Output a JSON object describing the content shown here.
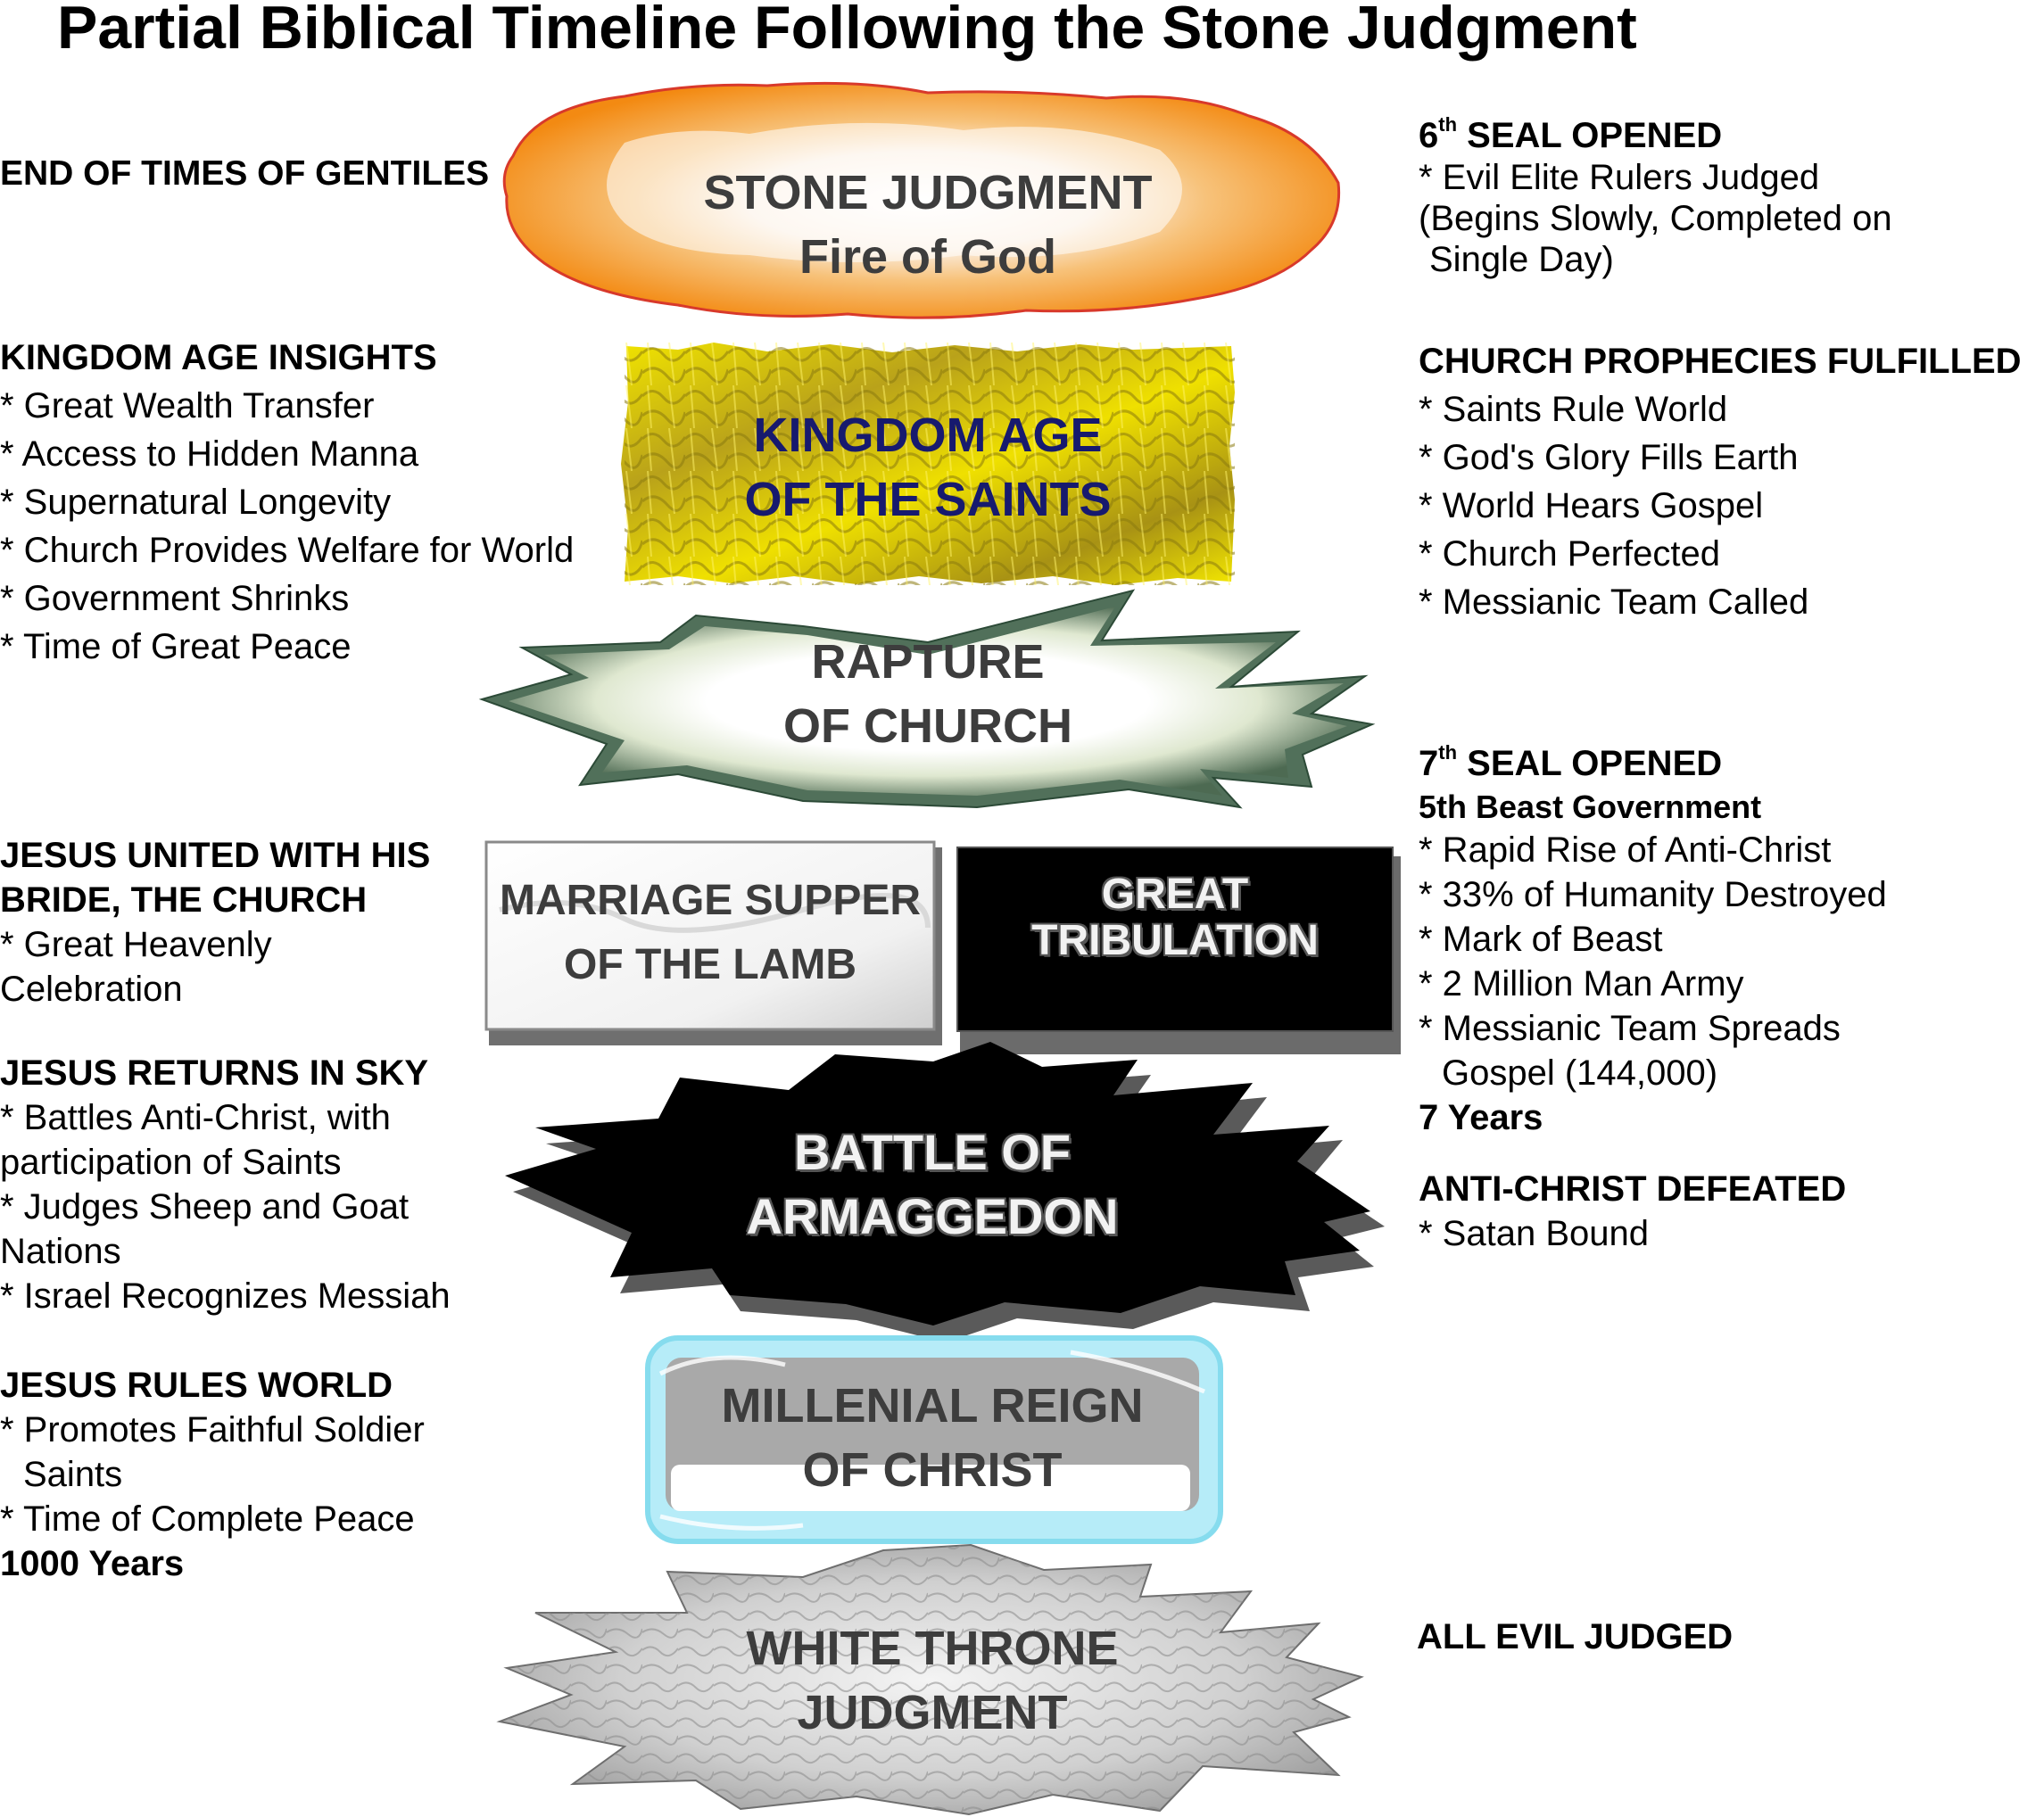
{
  "title": "Partial Biblical Timeline Following the Stone Judgment",
  "colors": {
    "fire_orange": "#f5921e",
    "gold": "#e6d400",
    "navy_text": "#171a6e",
    "cyan_glow": "#8fe3f5",
    "dark_gray_text": "#3d3d3d"
  },
  "shapes": {
    "stone": {
      "line1": "STONE JUDGMENT",
      "line2": "Fire of God"
    },
    "kingdom": {
      "line1": "KINGDOM AGE",
      "line2": "OF THE SAINTS"
    },
    "rapture": {
      "line1": "RAPTURE",
      "line2": "OF CHURCH"
    },
    "marriage": {
      "line1": "MARRIAGE SUPPER",
      "line2": "OF THE LAMB"
    },
    "tribulation": {
      "line1": "GREAT",
      "line2": "TRIBULATION"
    },
    "armageddon": {
      "line1": "BATTLE OF",
      "line2": "ARMAGGEDON"
    },
    "millenial": {
      "line1": "MILLENIAL REIGN",
      "line2": "OF CHRIST"
    },
    "white_throne": {
      "line1": "WHITE THRONE",
      "line2": "JUDGMENT"
    }
  },
  "left": {
    "gentiles": {
      "heading": "END OF TIMES OF GENTILES"
    },
    "kingdom": {
      "heading": "KINGDOM AGE INSIGHTS",
      "items": [
        "* Great Wealth Transfer",
        "* Access to Hidden Manna",
        "* Supernatural Longevity",
        "* Church Provides Welfare for World",
        "* Government Shrinks",
        "* Time of Great Peace"
      ]
    },
    "united": {
      "heading1": "JESUS UNITED WITH HIS",
      "heading2": "BRIDE, THE CHURCH",
      "item1": "* Great Heavenly",
      "item2": "Celebration"
    },
    "returns": {
      "heading": "JESUS RETURNS IN SKY",
      "lines": [
        "* Battles Anti-Christ, with",
        "participation of Saints",
        "* Judges Sheep and Goat",
        "Nations",
        "* Israel Recognizes Messiah"
      ]
    },
    "rules": {
      "heading": "JESUS RULES WORLD",
      "line1": "* Promotes Faithful Soldier",
      "line2": "Saints",
      "line3": "* Time of Complete Peace",
      "years": "1000 Years"
    }
  },
  "right": {
    "seal6": {
      "num": "6",
      "sup": "th",
      "heading": "SEAL OPENED",
      "line1": "* Evil Elite Rulers Judged",
      "line2": "(Begins Slowly, Completed on",
      "line3": "Single Day)"
    },
    "prophecies": {
      "heading": "CHURCH PROPHECIES FULFILLED",
      "items": [
        "* Saints Rule World",
        "* God's Glory Fills Earth",
        "* World Hears Gospel",
        "* Church Perfected",
        "* Messianic Team Called"
      ]
    },
    "seal7": {
      "num": "7",
      "sup": "th",
      "heading": "SEAL OPENED",
      "subheading": "5th Beast Government",
      "items": [
        "* Rapid Rise of Anti-Christ",
        "* 33% of Humanity Destroyed",
        "* Mark of Beast",
        "* 2 Million Man Army",
        "* Messianic Team Spreads"
      ],
      "cont": "Gospel (144,000)",
      "years": "7 Years"
    },
    "defeated": {
      "heading": "ANTI-CHRIST DEFEATED",
      "item": "* Satan Bound"
    },
    "evil": {
      "heading": "ALL EVIL JUDGED"
    }
  }
}
